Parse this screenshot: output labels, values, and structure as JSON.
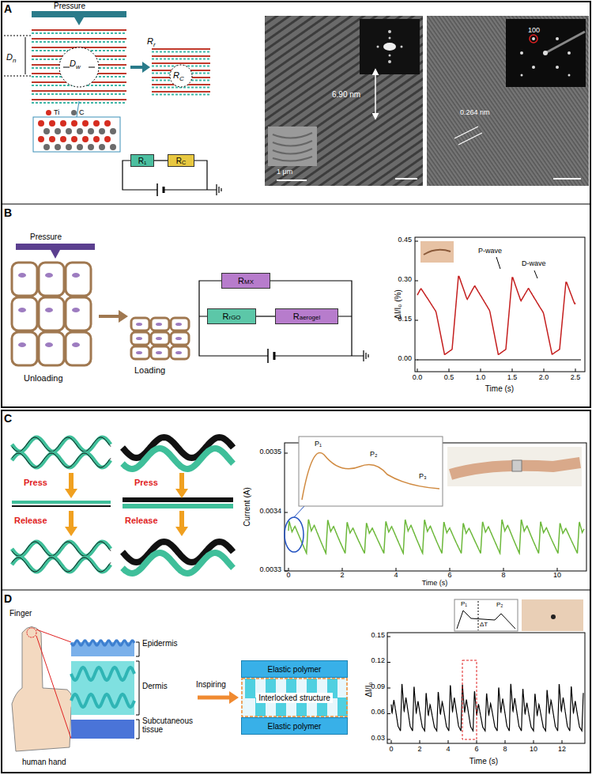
{
  "diagram": {
    "nodes": [
      {
        "text": [
          "R₁"
        ]
      },
      {
        "text": [
          "R",
          "C"
        ]
      },
      {
        "text": [
          "R",
          "MX"
        ]
      },
      {
        "text": [
          "R",
          "rGO"
        ]
      },
      {
        "text": [
          "R",
          "aerogel"
        ]
      },
      {
        "text": [
          "Elastic polymer"
        ]
      },
      {
        "text": [
          "Interlocked structure"
        ]
      },
      {
        "text": [
          "Elastic polymer"
        ]
      }
    ],
    "edges": [
      {
        "from": 0,
        "to": 1,
        "arrow": "none"
      },
      {
        "from": 3,
        "to": 4,
        "arrow": "none"
      }
    ],
    "labels": [
      "A",
      "Pressure",
      "D",
      "n",
      "D",
      "w",
      "R",
      "r",
      "R",
      "C",
      "6.90 nm",
      "1 μm",
      "100",
      "0.264 nm",
      "B",
      "Pressure",
      "Unloading",
      "Loading",
      "ΔI/I₀ (%)",
      "0.45",
      "0.30",
      "0.15",
      "0.00",
      "0.0",
      "0.5",
      "1.0",
      "1.5",
      "2.0",
      "2.5",
      "Time (s)",
      "P-wave",
      "D-wave",
      "C",
      "Press",
      "Release",
      "Press",
      "Release",
      "Current (A)",
      "0.0035",
      "0.0034",
      "0.0033",
      "0",
      "2",
      "4",
      "6",
      "8",
      "10",
      "Time (s)",
      "P₁",
      "P₂",
      "P₃",
      "D",
      "Finger",
      "Epidermis",
      "Dermis",
      "Subcutaneous tissue",
      "human hand",
      "Inspiring",
      "ΔI/I₀",
      "0.15",
      "0.12",
      "0.09",
      "0.06",
      "0.03",
      "0",
      "2",
      "4",
      "6",
      "8",
      "10",
      "12",
      "Time (s)",
      "P₁",
      "P₂",
      "ΔT"
    ],
    "legend": [
      {
        "text": "Ti",
        "color": "#d62d20"
      },
      {
        "text": "C",
        "color": "#6b6b6b"
      }
    ]
  }
}
